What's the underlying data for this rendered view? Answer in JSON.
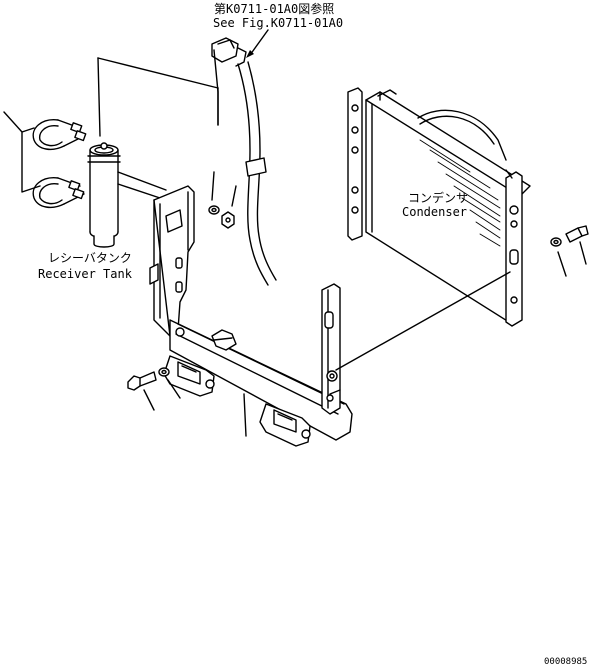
{
  "references": {
    "line_jp": "第K0711-01A0図参照",
    "line_en": "See Fig.K0711-01A0"
  },
  "parts": {
    "receiver_tank_jp": "レシーバタンク",
    "receiver_tank_en": "Receiver Tank",
    "condenser_jp": "コンデンサ",
    "condenser_en": "Condenser"
  },
  "drawing_number": "00008985"
}
